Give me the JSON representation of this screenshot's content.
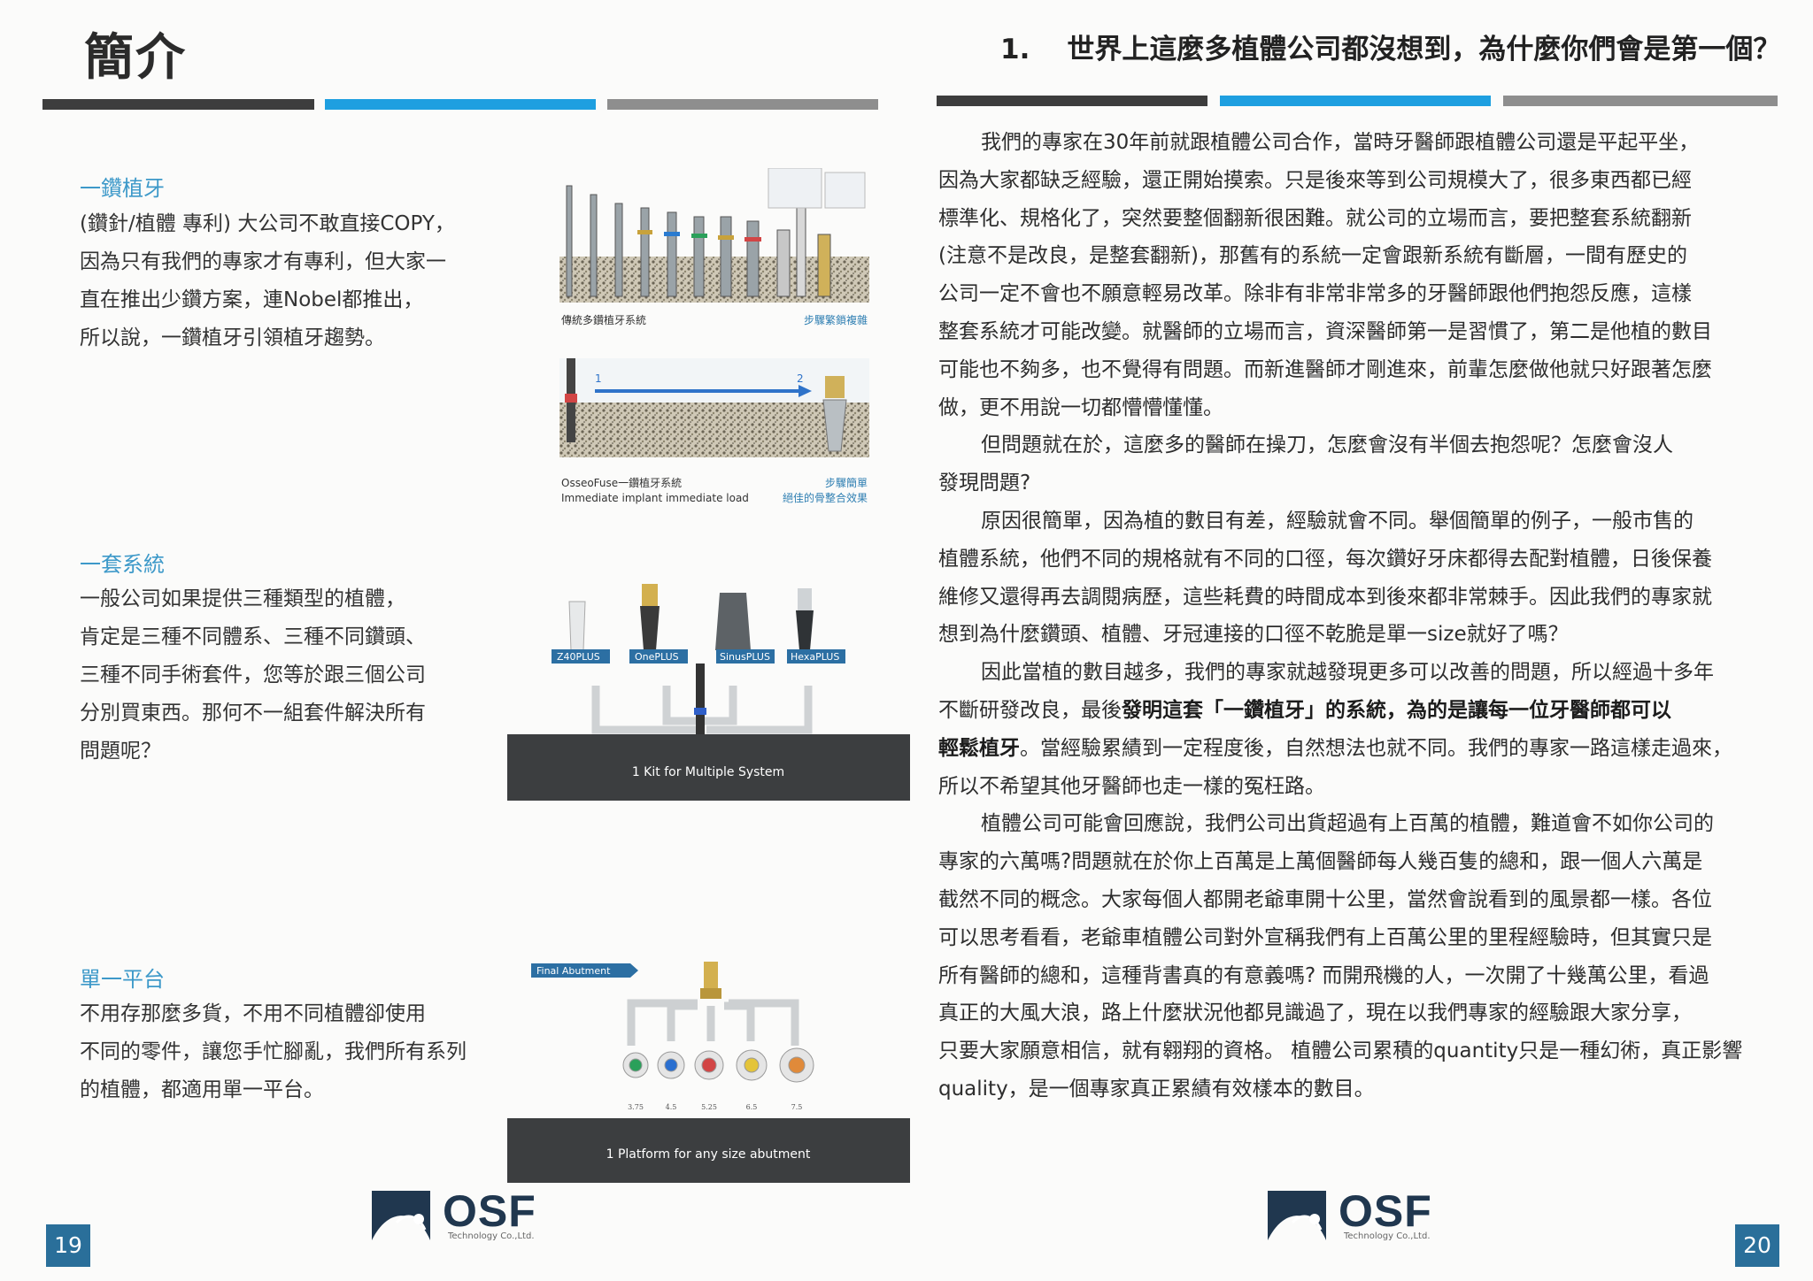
{
  "left_page": {
    "title": "簡介",
    "sections": [
      {
        "heading": "一鑽植牙",
        "lines": [
          "(鑽針/植體 專利) 大公司不敢直接COPY，",
          "因為只有我們的專家才有專利，但大家一",
          "直在推出少鑽方案，連Nobel都推出，",
          "所以說，一鑽植牙引領植牙趨勢。"
        ]
      },
      {
        "heading": "一套系統",
        "lines": [
          "一般公司如果提供三種類型的植體，",
          "肯定是三種不同體系、三種不同鑽頭、",
          "三種不同手術套件，您等於跟三個公司",
          "分別買東西。那何不一組套件解決所有",
          "問題呢？"
        ]
      },
      {
        "heading": "單一平台",
        "lines": [
          "不用存那麼多貨，不用不同植體卻使用",
          "不同的零件，讓您手忙腳亂，我們所有系列",
          "的植體，都適用單一平台。"
        ]
      }
    ],
    "figure1": {
      "caption_left": "傳統多鑽植牙系統",
      "caption_right": "步驟繁鎖複雜",
      "caption2_left_line1": "OsseoFuse一鑽植牙系統",
      "caption2_left_line2": "Immediate implant immediate load",
      "caption2_right_line1": "步驟簡單",
      "caption2_right_line2": "絕佳的骨整合效果",
      "step1": "1",
      "step2": "2"
    },
    "figure2": {
      "labels": [
        "Z40PLUS",
        "OnePLUS",
        "SinusPLUS",
        "HexaPLUS"
      ],
      "band": "1 Kit for Multiple System"
    },
    "figure3": {
      "tag": "Final Abutment",
      "sizes": [
        "3.75",
        "4.5",
        "5.25",
        "6.5",
        "7.5"
      ],
      "band": "1 Platform for any size abutment"
    },
    "logo": {
      "name": "OSF",
      "sub": "Technology Co.,Ltd."
    },
    "page_number": "19"
  },
  "right_page": {
    "number": "1.",
    "title": "世界上這麼多植體公司都沒想到，為什麼你們會是第一個？",
    "paragraphs": [
      {
        "lines": [
          "我們的專家在30年前就跟植體公司合作，當時牙醫師跟植體公司還是平起平坐，",
          "因為大家都缺乏經驗，還正開始摸索。只是後來等到公司規模大了，很多東西都已經",
          "標準化、規格化了，突然要整個翻新很困難。就公司的立場而言，要把整套系統翻新",
          "(注意不是改良，是整套翻新)，那舊有的系統一定會跟新系統有斷層，一間有歷史的",
          "公司一定不會也不願意輕易改革。除非有非常非常多的牙醫師跟他們抱怨反應，這樣",
          "整套系統才可能改變。就醫師的立場而言，資深醫師第一是習慣了，第二是他植的數目",
          "可能也不夠多，也不覺得有問題。而新進醫師才剛進來，前輩怎麼做他就只好跟著怎麼",
          "做，更不用說一切都懵懵懂懂。"
        ]
      },
      {
        "lines": [
          "但問題就在於，這麼多的醫師在操刀，怎麼會沒有半個去抱怨呢？怎麼會沒人",
          "發現問題?"
        ]
      },
      {
        "lines": [
          "原因很簡單，因為植的數目有差，經驗就會不同。舉個簡單的例子，一般市售的",
          "植體系統，他們不同的規格就有不同的口徑，每次鑽好牙床都得去配對植體，日後保養",
          "維修又還得再去調閱病歷，這些耗費的時間成本到後來都非常棘手。因此我們的專家就",
          "想到為什麼鑽頭、植體、牙冠連接的口徑不乾脆是單一size就好了嗎？"
        ]
      },
      {
        "l1": "因此當植的數目越多，我們的專家就越發現更多可以改善的問題，所以經過十多年",
        "l2a": "不斷研發改良，最後",
        "l2b": "發明這套「一鑽植牙」的系統，為的是讓每一位牙醫師都可以",
        "l3a": "輕鬆植牙",
        "l3b": "。當經驗累績到一定程度後，自然想法也就不同。我們的專家一路這樣走過來，",
        "l4": "所以不希望其他牙醫師也走一樣的冤枉路。"
      },
      {
        "lines": [
          "植體公司可能會回應說，我們公司出貨超過有上百萬的植體，難道會不如你公司的",
          "專家的六萬嗎?問題就在於你上百萬是上萬個醫師每人幾百隻的總和，跟一個人六萬是",
          "截然不同的概念。大家每個人都開老爺車開十公里，當然會說看到的風景都一樣。各位",
          "可以思考看看，老爺車植體公司對外宣稱我們有上百萬公里的里程經驗時，但其實只是",
          "所有醫師的總和，這種背書真的有意義嗎? 而開飛機的人，一次開了十幾萬公里，看過",
          "真正的大風大浪，路上什麼狀況他都見識過了，現在以我們專家的經驗跟大家分享，",
          "只要大家願意相信，就有翱翔的資格。 植體公司累積的quantity只是一種幻術，真正影響",
          "quality，是一個專家真正累績有效樣本的數目。"
        ]
      }
    ],
    "logo": {
      "name": "OSF",
      "sub": "Technology Co.,Ltd."
    },
    "page_number": "20"
  },
  "colors": {
    "bar_dark": "#3d3d3d",
    "bar_blue": "#1e9fe0",
    "bar_gray": "#8e8e8e",
    "accent": "#3d99c9",
    "page_num_bg": "#2a6f9a"
  }
}
